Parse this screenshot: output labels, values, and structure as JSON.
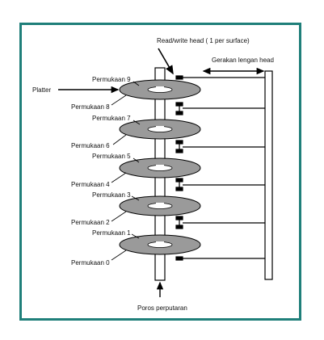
{
  "colors": {
    "frame": "#1f7f7a",
    "platter": "#9a9a9a",
    "spindle": "#ffffff",
    "line": "#000000"
  },
  "labels": {
    "rw_head": "Read/write head ( 1 per surface)",
    "arm_motion": "Gerakan lengan head",
    "platter": "Platter",
    "spindle": "Poros perputaran"
  },
  "surfaces": [
    "Permukaan 0",
    "Permukaan 1",
    "Permukaan 2",
    "Permukaan 3",
    "Permukaan 4",
    "Permukaan 5",
    "Permukaan 6",
    "Permukaan 7",
    "Permukaan 8",
    "Permukaan 9"
  ]
}
